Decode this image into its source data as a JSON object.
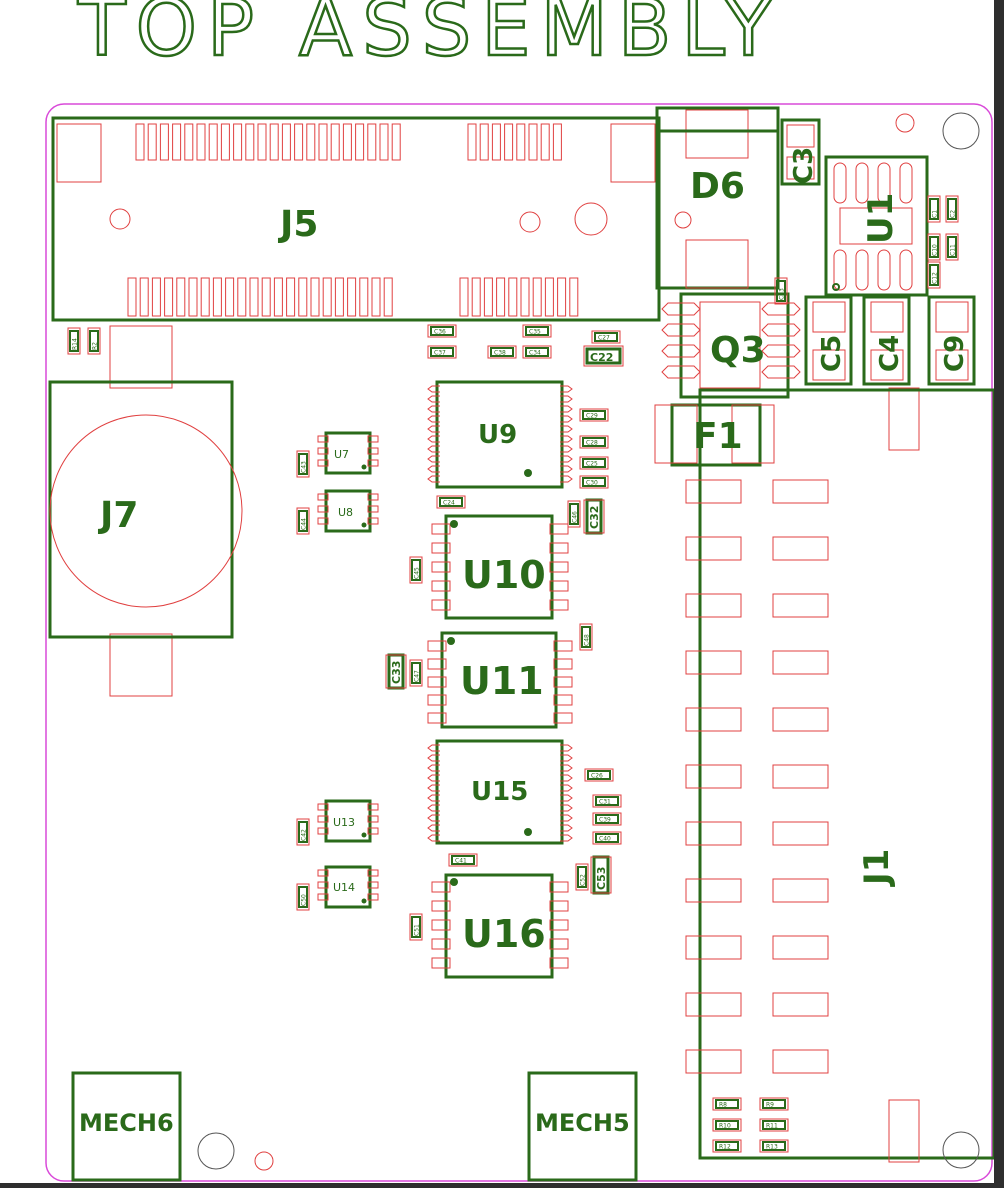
{
  "title": "TOP ASSEMBLY",
  "colors": {
    "silk": "#2a6a1a",
    "pad": "#e04040",
    "edge": "#d94ad9"
  },
  "refdes": {
    "J5": "J5",
    "D6": "D6",
    "C3": "C3",
    "U1": "U1",
    "Q3": "Q3",
    "C5": "C5",
    "C4": "C4",
    "C9": "C9",
    "F1": "F1",
    "J7": "J7",
    "U9": "U9",
    "U7": "U7",
    "U8": "U8",
    "U10": "U10",
    "U11": "U11",
    "U15": "U15",
    "U13": "U13",
    "U14": "U14",
    "U16": "U16",
    "J1": "J1",
    "MECH6": "MECH6",
    "MECH5": "MECH5",
    "C22": "C22",
    "C32": "C32",
    "C33": "C33",
    "C53": "C53"
  },
  "tiny_labels": [
    "C36",
    "C37",
    "C35",
    "C34",
    "C38",
    "C27",
    "C29",
    "C28",
    "C25",
    "C30",
    "C24",
    "C26",
    "C31",
    "C39",
    "C40",
    "C41",
    "C43",
    "C44",
    "C45",
    "C46",
    "C47",
    "C48",
    "C42",
    "C50",
    "C51",
    "C52",
    "C1",
    "C2",
    "C10",
    "C11",
    "C12",
    "C13",
    "R6",
    "R7",
    "R8",
    "R9",
    "R10",
    "R11",
    "R12",
    "R13",
    "R14",
    "R2",
    "R3",
    "C23"
  ]
}
